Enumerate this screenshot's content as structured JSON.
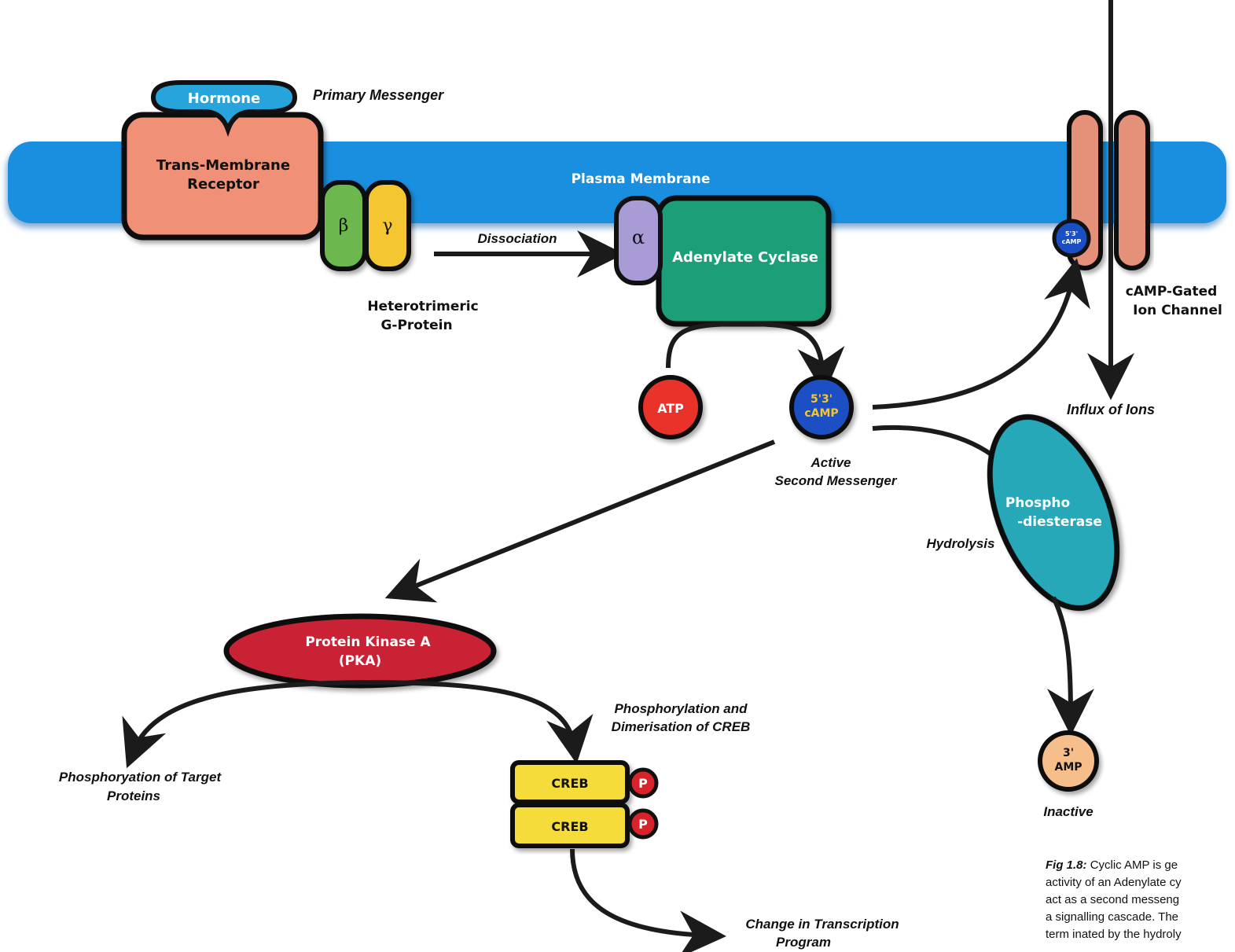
{
  "colors": {
    "membrane": "#1a8fe0",
    "receptor": "#ef9077",
    "hormone": "#27a4dc",
    "beta": "#6cb84f",
    "gamma": "#f4c631",
    "alpha": "#a99bd6",
    "adenylate_cyclase": "#1e9f78",
    "atp": "#e8332b",
    "camp": "#1a4fc4",
    "ion_channel": "#e59079",
    "phosphodiesterase": "#25a8b8",
    "pka": "#c92136",
    "creb": "#f5dc3a",
    "phospho": "#d8232a",
    "amp": "#f6be8a"
  },
  "labels": {
    "hormone": "Hormone",
    "primary_messenger": "Primary Messenger",
    "receptor_line1": "Trans-Membrane",
    "receptor_line2": "Receptor",
    "plasma_membrane": "Plasma Membrane",
    "beta": "β",
    "gamma": "γ",
    "alpha": "α",
    "g_protein_line1": "Heterotrimeric",
    "g_protein_line2": "G-Protein",
    "dissociation": "Dissociation",
    "adenylate_cyclase": "Adenylate Cyclase",
    "atp": "ATP",
    "camp_line1": "5'3'",
    "camp_line2": "cAMP",
    "camp_small_line1": "5'3'",
    "camp_small_line2": "cAMP",
    "active_line1": "Active",
    "active_line2": "Second Messenger",
    "ion_channel_line1": "cAMP-Gated",
    "ion_channel_line2": "Ion Channel",
    "influx": "Influx of Ions",
    "pde_line1": "Phospho",
    "pde_line2": "-diesterase",
    "hydrolysis": "Hydrolysis",
    "amp_line1": "3'",
    "amp_line2": "AMP",
    "inactive": "Inactive",
    "pka_line1": "Protein Kinase A",
    "pka_line2": "(PKA)",
    "target_line1": "Phosphoryation of Target",
    "target_line2": "Proteins",
    "creb_phos_line1": "Phosphorylation and",
    "creb_phos_line2": "Dimerisation of CREB",
    "creb_top": "CREB",
    "creb_bottom": "CREB",
    "p_top": "P",
    "p_bottom": "P",
    "transcription_line1": "Change in Transcription",
    "transcription_line2": "Program"
  },
  "caption": {
    "label": "Fig 1.8:",
    "line1": "Cyclic AMP is ge",
    "line2": "activity of an Adenylate cy",
    "line3": "act as a second messeng",
    "line4": "a signalling cascade. The",
    "line5": "term inated by the hydroly"
  }
}
